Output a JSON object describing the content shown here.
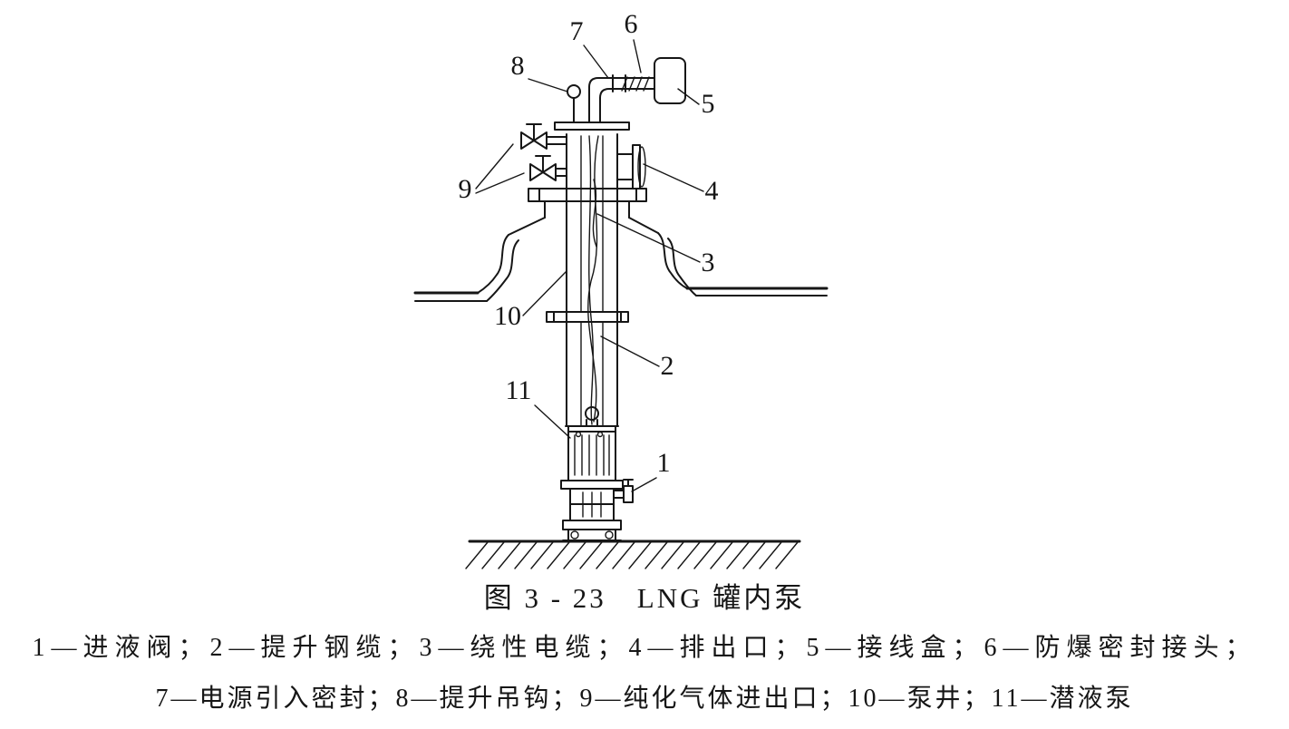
{
  "colors": {
    "ink": "#161616",
    "paper": "#ffffff"
  },
  "figure": {
    "caption": "图 3 - 23　LNG 罐内泵",
    "legend": {
      "line1": "1—进液阀；2—提升钢缆；3—绕性电缆；4—排出口；5—接线盒；6—防爆密封接头；",
      "line2": "7—电源引入密封；8—提升吊钩；9—纯化气体进出口；10—泵井；11—潜液泵"
    },
    "callouts": {
      "c1": "1",
      "c2": "2",
      "c3": "3",
      "c4": "4",
      "c5": "5",
      "c6": "6",
      "c7": "7",
      "c8": "8",
      "c9": "9",
      "c10": "10",
      "c11": "11"
    }
  }
}
